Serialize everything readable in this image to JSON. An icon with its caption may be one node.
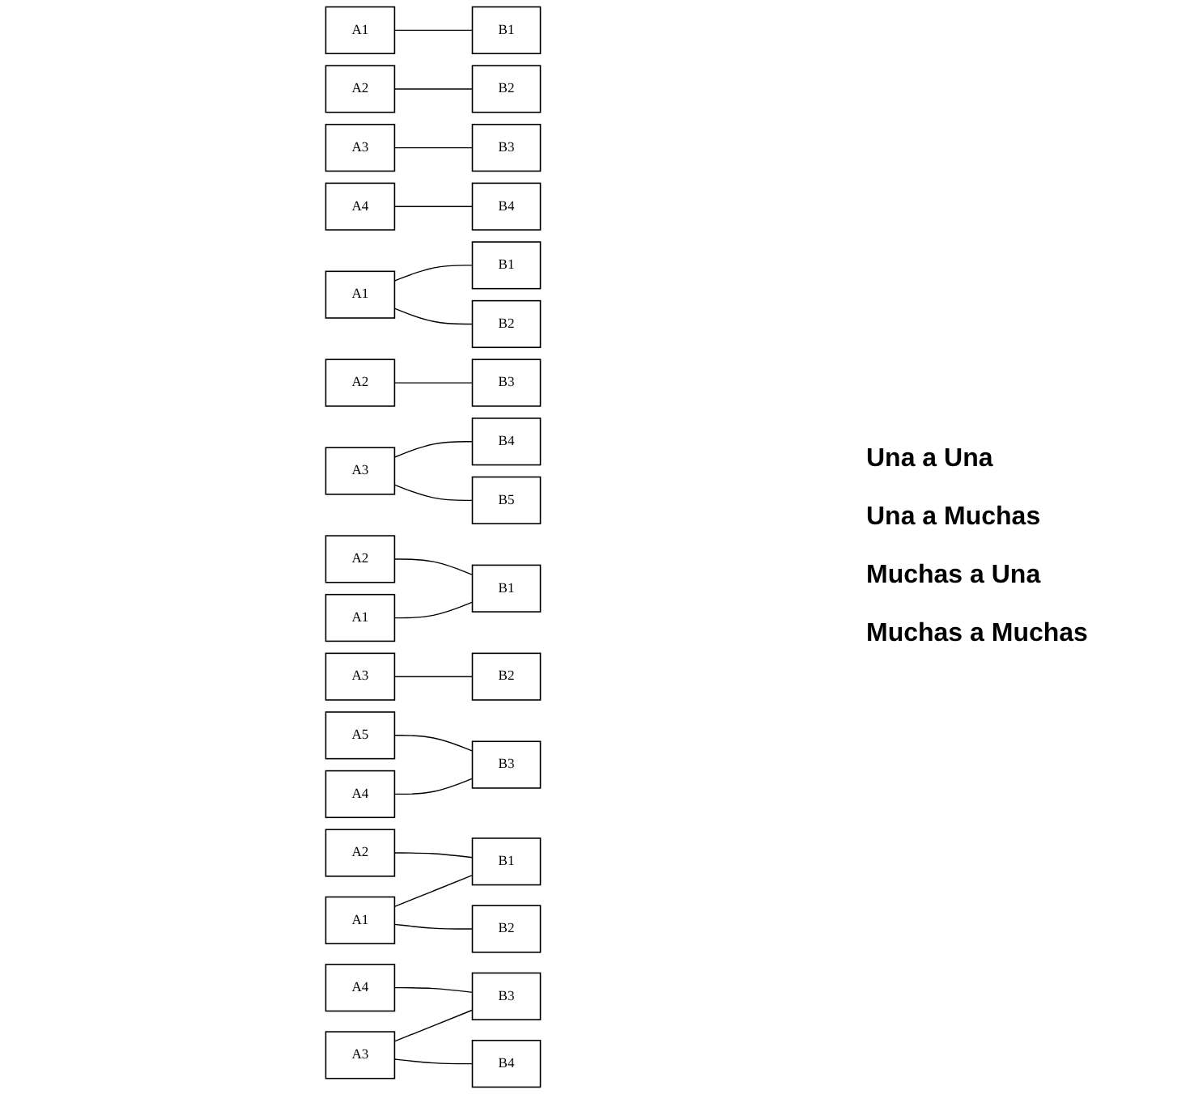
{
  "diagram": {
    "nodes": [
      {
        "text": [
          "A1"
        ]
      },
      {
        "text": [
          "A2"
        ]
      },
      {
        "text": [
          "A3"
        ]
      },
      {
        "text": [
          "A4"
        ]
      },
      {
        "text": [
          "B1"
        ]
      },
      {
        "text": [
          "B2"
        ]
      },
      {
        "text": [
          "B3"
        ]
      },
      {
        "text": [
          "B4"
        ]
      },
      {
        "text": [
          "A1"
        ]
      },
      {
        "text": [
          "A2"
        ]
      },
      {
        "text": [
          "A3"
        ]
      },
      {
        "text": [
          "B1"
        ]
      },
      {
        "text": [
          "B2"
        ]
      },
      {
        "text": [
          "B3"
        ]
      },
      {
        "text": [
          "B4"
        ]
      },
      {
        "text": [
          "B5"
        ]
      },
      {
        "text": [
          "A1"
        ]
      },
      {
        "text": [
          "A2"
        ]
      },
      {
        "text": [
          "A3"
        ]
      },
      {
        "text": [
          "A4"
        ]
      },
      {
        "text": [
          "A5"
        ]
      },
      {
        "text": [
          "B1"
        ]
      },
      {
        "text": [
          "B2"
        ]
      },
      {
        "text": [
          "B3"
        ]
      },
      {
        "text": [
          "A1"
        ]
      },
      {
        "text": [
          "A2"
        ]
      },
      {
        "text": [
          "A3"
        ]
      },
      {
        "text": [
          "A4"
        ]
      },
      {
        "text": [
          "B1"
        ]
      },
      {
        "text": [
          "B2"
        ]
      },
      {
        "text": [
          "B3"
        ]
      },
      {
        "text": [
          "B4"
        ]
      }
    ],
    "edges": [
      {
        "from": 0,
        "to": 4,
        "arrow": "none"
      },
      {
        "from": 1,
        "to": 5,
        "arrow": "none"
      },
      {
        "from": 2,
        "to": 6,
        "arrow": "none"
      },
      {
        "from": 3,
        "to": 7,
        "arrow": "none"
      },
      {
        "from": 8,
        "to": 11,
        "arrow": "none"
      },
      {
        "from": 8,
        "to": 12,
        "arrow": "none"
      },
      {
        "from": 9,
        "to": 13,
        "arrow": "none"
      },
      {
        "from": 10,
        "to": 14,
        "arrow": "none"
      },
      {
        "from": 10,
        "to": 15,
        "arrow": "none"
      },
      {
        "from": 16,
        "to": 21,
        "arrow": "none"
      },
      {
        "from": 17,
        "to": 21,
        "arrow": "none"
      },
      {
        "from": 18,
        "to": 22,
        "arrow": "none"
      },
      {
        "from": 19,
        "to": 23,
        "arrow": "none"
      },
      {
        "from": 20,
        "to": 23,
        "arrow": "none"
      },
      {
        "from": 24,
        "to": 28,
        "arrow": "none"
      },
      {
        "from": 24,
        "to": 29,
        "arrow": "none"
      },
      {
        "from": 25,
        "to": 28,
        "arrow": "none"
      },
      {
        "from": 26,
        "to": 30,
        "arrow": "none"
      },
      {
        "from": 26,
        "to": 31,
        "arrow": "none"
      },
      {
        "from": 27,
        "to": 30,
        "arrow": "none"
      }
    ],
    "labels": [
      "Una a Una",
      "Una a Muchas",
      "Muchas a Una",
      "Muchas a Muchas"
    ]
  }
}
